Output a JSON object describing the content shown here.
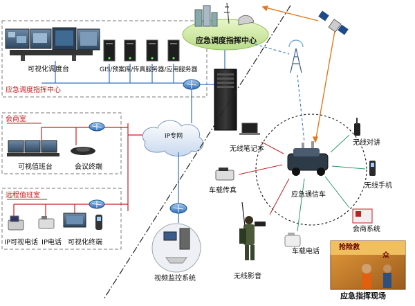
{
  "command_center": {
    "cloud_title": "应急调度指挥中心",
    "box_title": "应急调度指挥中心",
    "visual_console_label": "可视化调度台",
    "servers_label": "GIS/预案库/传真服务器/应用服务器"
  },
  "meeting_room": {
    "title": "会商室",
    "visual_console_label": "可视值班台",
    "conference_terminal_label": "会议终端"
  },
  "remote_duty_room": {
    "title": "远程值班室",
    "ip_video_phone_label": "IP可视电话",
    "ip_phone_label": "IP电话",
    "visual_terminal_label": "可视化终端"
  },
  "network": {
    "ip_network_label": "IP专网"
  },
  "video_monitoring": {
    "label": "视频监控系统"
  },
  "field": {
    "vehicle_label": "应急通信车",
    "wireless_notebook_label": "无线笔记本",
    "wireless_walkie_label": "无线对讲",
    "vehicle_fax_label": "车载传真",
    "wireless_phone_label": "无线手机",
    "conference_system_label": "会商系统",
    "vehicle_phone_label": "车载电话",
    "wireless_video_label": "无线影音",
    "scene_label": "应急指挥现场",
    "photo_sign_text": "抢险救",
    "photo_sign_text2": "众"
  },
  "colors": {
    "line_blue": "#2e6fc9",
    "box_border": "#7a7a7a",
    "accent_red": "#c02020",
    "satellite_link": "#e07a20",
    "cloud_green": "#cde8a0"
  }
}
